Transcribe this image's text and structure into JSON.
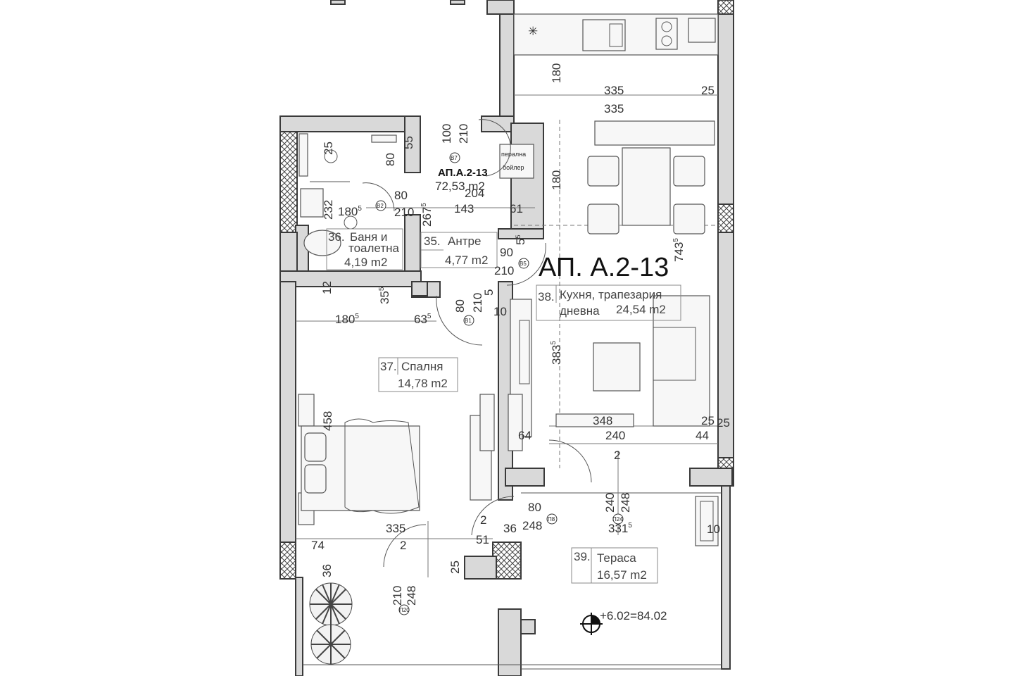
{
  "apartment": {
    "code": "АП. А.2-13",
    "code_small": "АП.А.2-13",
    "total_area": "72,53 m2"
  },
  "rooms": [
    {
      "num": "35.",
      "name": "Антре",
      "area": "4,77 m2"
    },
    {
      "num": "36.",
      "name": "Баня и",
      "name2": "тоалетна",
      "area": "4,19 m2"
    },
    {
      "num": "37.",
      "name": "Спалня",
      "area": "14,78 m2"
    },
    {
      "num": "38.",
      "name": "Кухня, трапезария",
      "name2": "дневна",
      "area": "24,54 m2"
    },
    {
      "num": "39.",
      "name": "Тераса",
      "area": "16,57 m2"
    }
  ],
  "boiler_label": "бойлер",
  "boiler_label2": "перална",
  "level_mark": "+6.02=84.02",
  "door_tags": [
    "B7",
    "B2",
    "B5",
    "B1",
    "П8",
    "П24",
    "П20"
  ],
  "dimensions": {
    "kitchen_h": "180",
    "kitchen_w1": "335",
    "kitchen_w1b": "25",
    "kitchen_w2": "335",
    "dining_h": "180",
    "d100": "100",
    "d210a": "210",
    "d25a": "25",
    "d55": "55",
    "d80a": "80",
    "d204": "204",
    "d80b": "80",
    "d210b": "210",
    "d143": "143",
    "d61": "61",
    "d232": "232",
    "d1805a": "180",
    "d1805a_sup": "5",
    "d2675": "267",
    "d2675_sup": "5",
    "d5a": "5",
    "d5a_sup": "5",
    "d90": "90",
    "d210c": "210",
    "d7435": "743",
    "d7435_sup": "5",
    "d12": "12",
    "d35": "35",
    "d35_sup": "5",
    "d80c": "80",
    "d210d": "210",
    "d5b": "5",
    "d10a": "10",
    "d1805b": "180",
    "d1805b_sup": "5",
    "d635": "63",
    "d635_sup": "5",
    "d3835": "383",
    "d3835_sup": "5",
    "d458": "458",
    "d348": "348",
    "d25b": "25",
    "d25c": "25",
    "d64": "64",
    "d240a": "240",
    "d44": "44",
    "d2a": "2",
    "d80d": "80",
    "d240b": "240",
    "d248a": "248",
    "d2b": "2",
    "d36a": "36",
    "d248b": "248",
    "d3315": "331",
    "d3315_sup": "5",
    "d10b": "10",
    "d335": "335",
    "d74": "74",
    "d2c": "2",
    "d51": "51",
    "d25d": "25",
    "d36b": "36",
    "d210e": "210",
    "d248c": "248"
  }
}
